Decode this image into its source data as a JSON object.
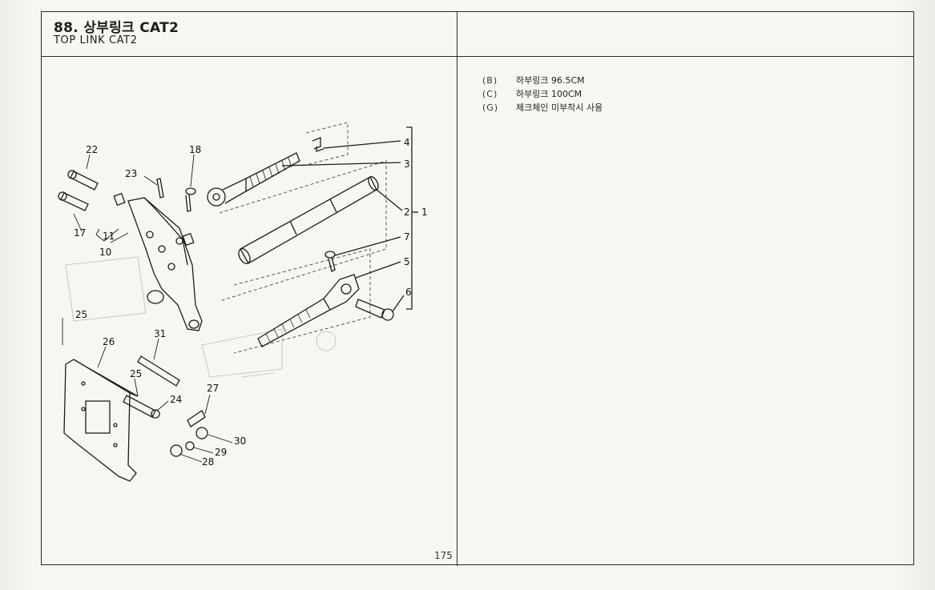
{
  "header": {
    "title_ko": "88. 상부링크 CAT2",
    "title_en": "TOP LINK CAT2"
  },
  "notes": [
    {
      "code": "(B)",
      "text": "하부링크 96.5CM"
    },
    {
      "code": "(C)",
      "text": "하부링크 100CM"
    },
    {
      "code": "(G)",
      "text": "체크체인 미부착시 사용"
    }
  ],
  "page_number": "175",
  "diagram": {
    "part_labels": [
      "1",
      "2",
      "3",
      "4",
      "5",
      "6",
      "7",
      "10",
      "11",
      "17",
      "18",
      "22",
      "23",
      "24",
      "25",
      "25",
      "26",
      "27",
      "28",
      "29",
      "30",
      "31"
    ]
  },
  "icons": {
    "top_link_assembly": "top-link-illustration-icon",
    "bracket": "bracket-illustration-icon",
    "pin": "pin-illustration-icon"
  },
  "colors": {
    "ink": "#1c1c1c",
    "paper": "#f7f6f2"
  }
}
